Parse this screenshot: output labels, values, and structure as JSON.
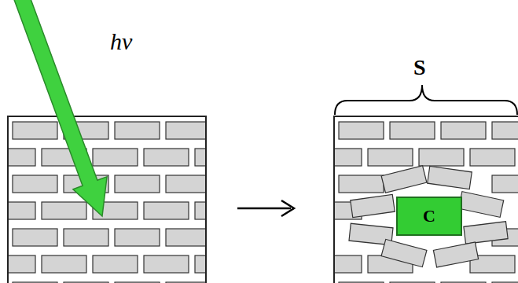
{
  "diagram": {
    "nodes": [
      {
        "text": [
          "C"
        ]
      }
    ],
    "labels": [
      "hν",
      "S"
    ]
  }
}
